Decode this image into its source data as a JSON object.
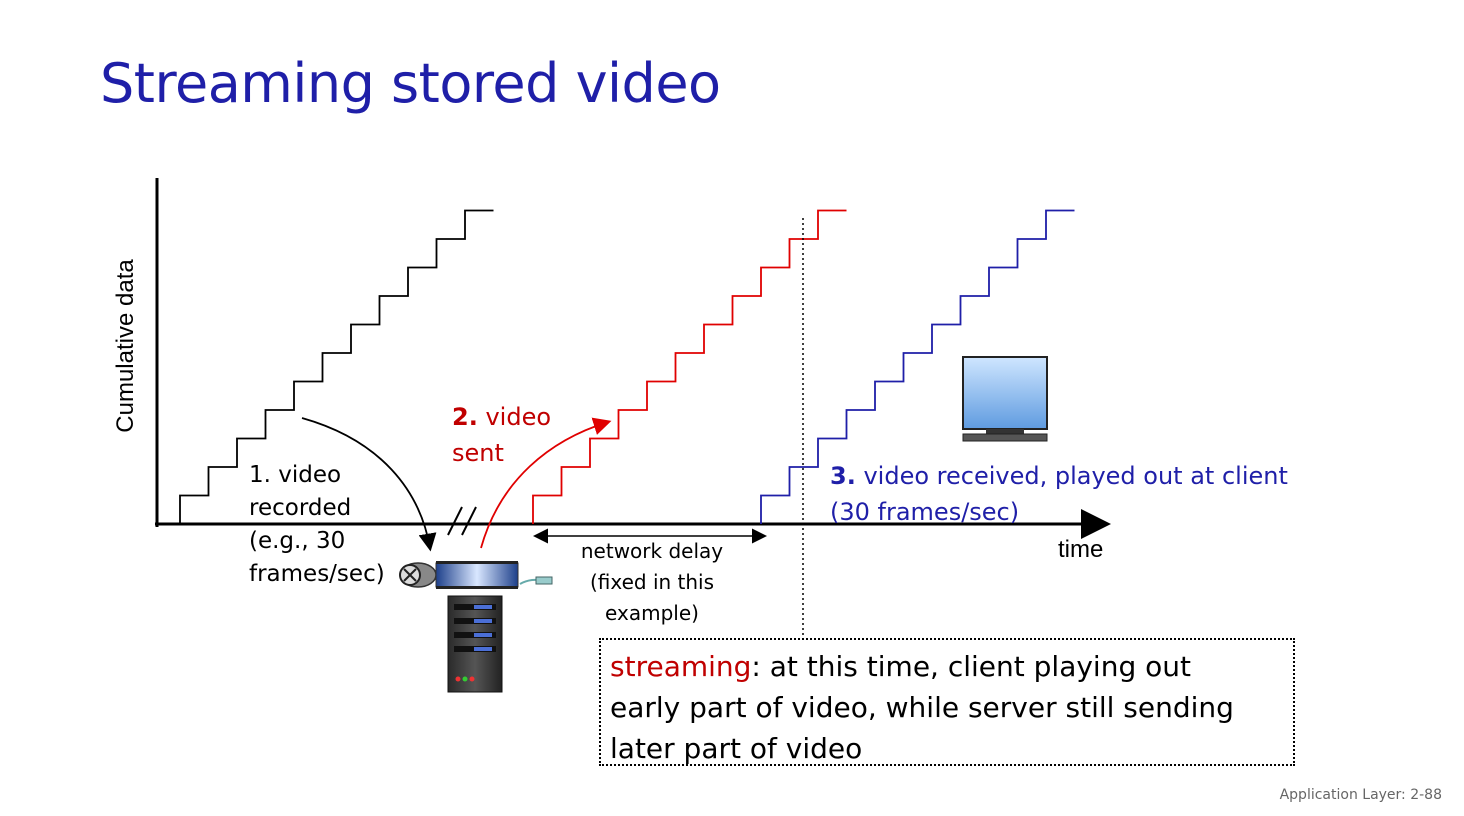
{
  "slide": {
    "title": "Streaming stored video",
    "footer": "Application Layer: 2-88"
  },
  "diagram": {
    "ylabel": "Cumulative data",
    "xlabel": "time",
    "step1": {
      "line1": "1.  video",
      "line2": "recorded",
      "line3": "(e.g., 30",
      "line4": "frames/sec)"
    },
    "step2": {
      "num": "2.",
      "line1": " video",
      "line2": "sent"
    },
    "step3": {
      "num": "3.",
      "line1": " video received, played out at client",
      "line2": "(30 frames/sec)"
    },
    "network_delay": {
      "line1": "network delay",
      "line2": "(fixed in this",
      "line3": "example)"
    },
    "colors": {
      "recorded": "#000000",
      "sent": "#e00000",
      "received": "#1f1fa8"
    },
    "icons": [
      "video-reel-icon",
      "server-icon",
      "monitor-icon"
    ]
  },
  "callout": {
    "keyword": "streaming",
    "text_line1": ": at this time, client  playing out",
    "text_line2": "early part of video, while server still sending",
    "text_line3": "later part of video"
  }
}
